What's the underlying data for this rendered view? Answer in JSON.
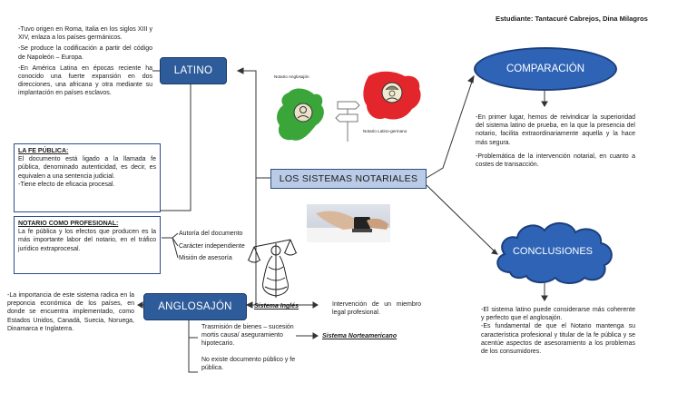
{
  "student": "Estudiante: Tantacuré Cabrejos, Dina Milagros",
  "center_title": "LOS SISTEMAS NOTARIALES",
  "map": {
    "label_left": "Notario Anglosajón",
    "label_right": "Notario Latino-germano"
  },
  "latino": {
    "title": "LATINO",
    "notes": [
      "-Tuvo origen en Roma, Italia en los siglos XIII y XIV, enlaza a los países germánicos.",
      "-Se produce la codificación a partir del código de Napoleón – Europa.",
      "-En América Latina en épocas reciente ha conocido una fuerte expansión en dos direcciones, una africana y otra mediante su implantación en países esclavos."
    ],
    "fe_publica": {
      "heading": "LA FE PÚBLICA:",
      "body": "El documento está ligado a la llamada fe pública, denominado autenticidad, es decir, es equivalen a una sentencia judicial.",
      "extra": "-Tiene efecto de eficacia procesal."
    },
    "notario_prof": {
      "heading": "NOTARIO COMO PROFESIONAL:",
      "body": "La fe pública y los efectos que producen es la más importante labor del notario, en el tráfico jurídico extraprocesal."
    },
    "items": [
      "Autoría del documento",
      "Carácter independiente",
      "Misión de asesoría"
    ]
  },
  "anglosajon": {
    "title": "ANGLOSAJÓN",
    "note": "-La importancia de este sistema radica en la preponcia económica de los países, en donde se encuentra implementado, como Estados Unidos, Canadá, Suecia, Noruega, Dinamarca e Inglaterra.",
    "ingles_label": "Sistema Inglés",
    "ingles_desc": "Intervención de un miembro legal profesional.",
    "norte_label": "Sistema Norteamericano",
    "items": [
      "Trasmisión de bienes – sucesión mortis causa/ aseguramiento hipotecario.",
      "No existe documento público y fe pública."
    ]
  },
  "comparacion": {
    "title": "COMPARACIÓN",
    "points": [
      "-En primer lugar, hemos de reivindicar la superioridad del sistema latino de prueba, en la que la presencia del notario, facilita extraordinariamente aquella y la hace más segura.",
      "-Problemática de la intervención notarial, en cuanto a costes de transacción."
    ]
  },
  "conclusiones": {
    "title": "CONCLUSIONES",
    "points": [
      "-El sistema latino puede considerarse más coherente y perfecto que el anglosajón.",
      "-Es fundamental de que el Notario mantenga su característica profesional y titular de la fe pública y se acentúe aspectos de asesoramiento a los problemas de los consumidores."
    ]
  },
  "colors": {
    "box_blue": "#2e5c9a",
    "oval_blue": "#2f63b6",
    "title_fill": "#b9cbe6",
    "map_green": "#3aa63a",
    "map_red": "#e2262b"
  }
}
